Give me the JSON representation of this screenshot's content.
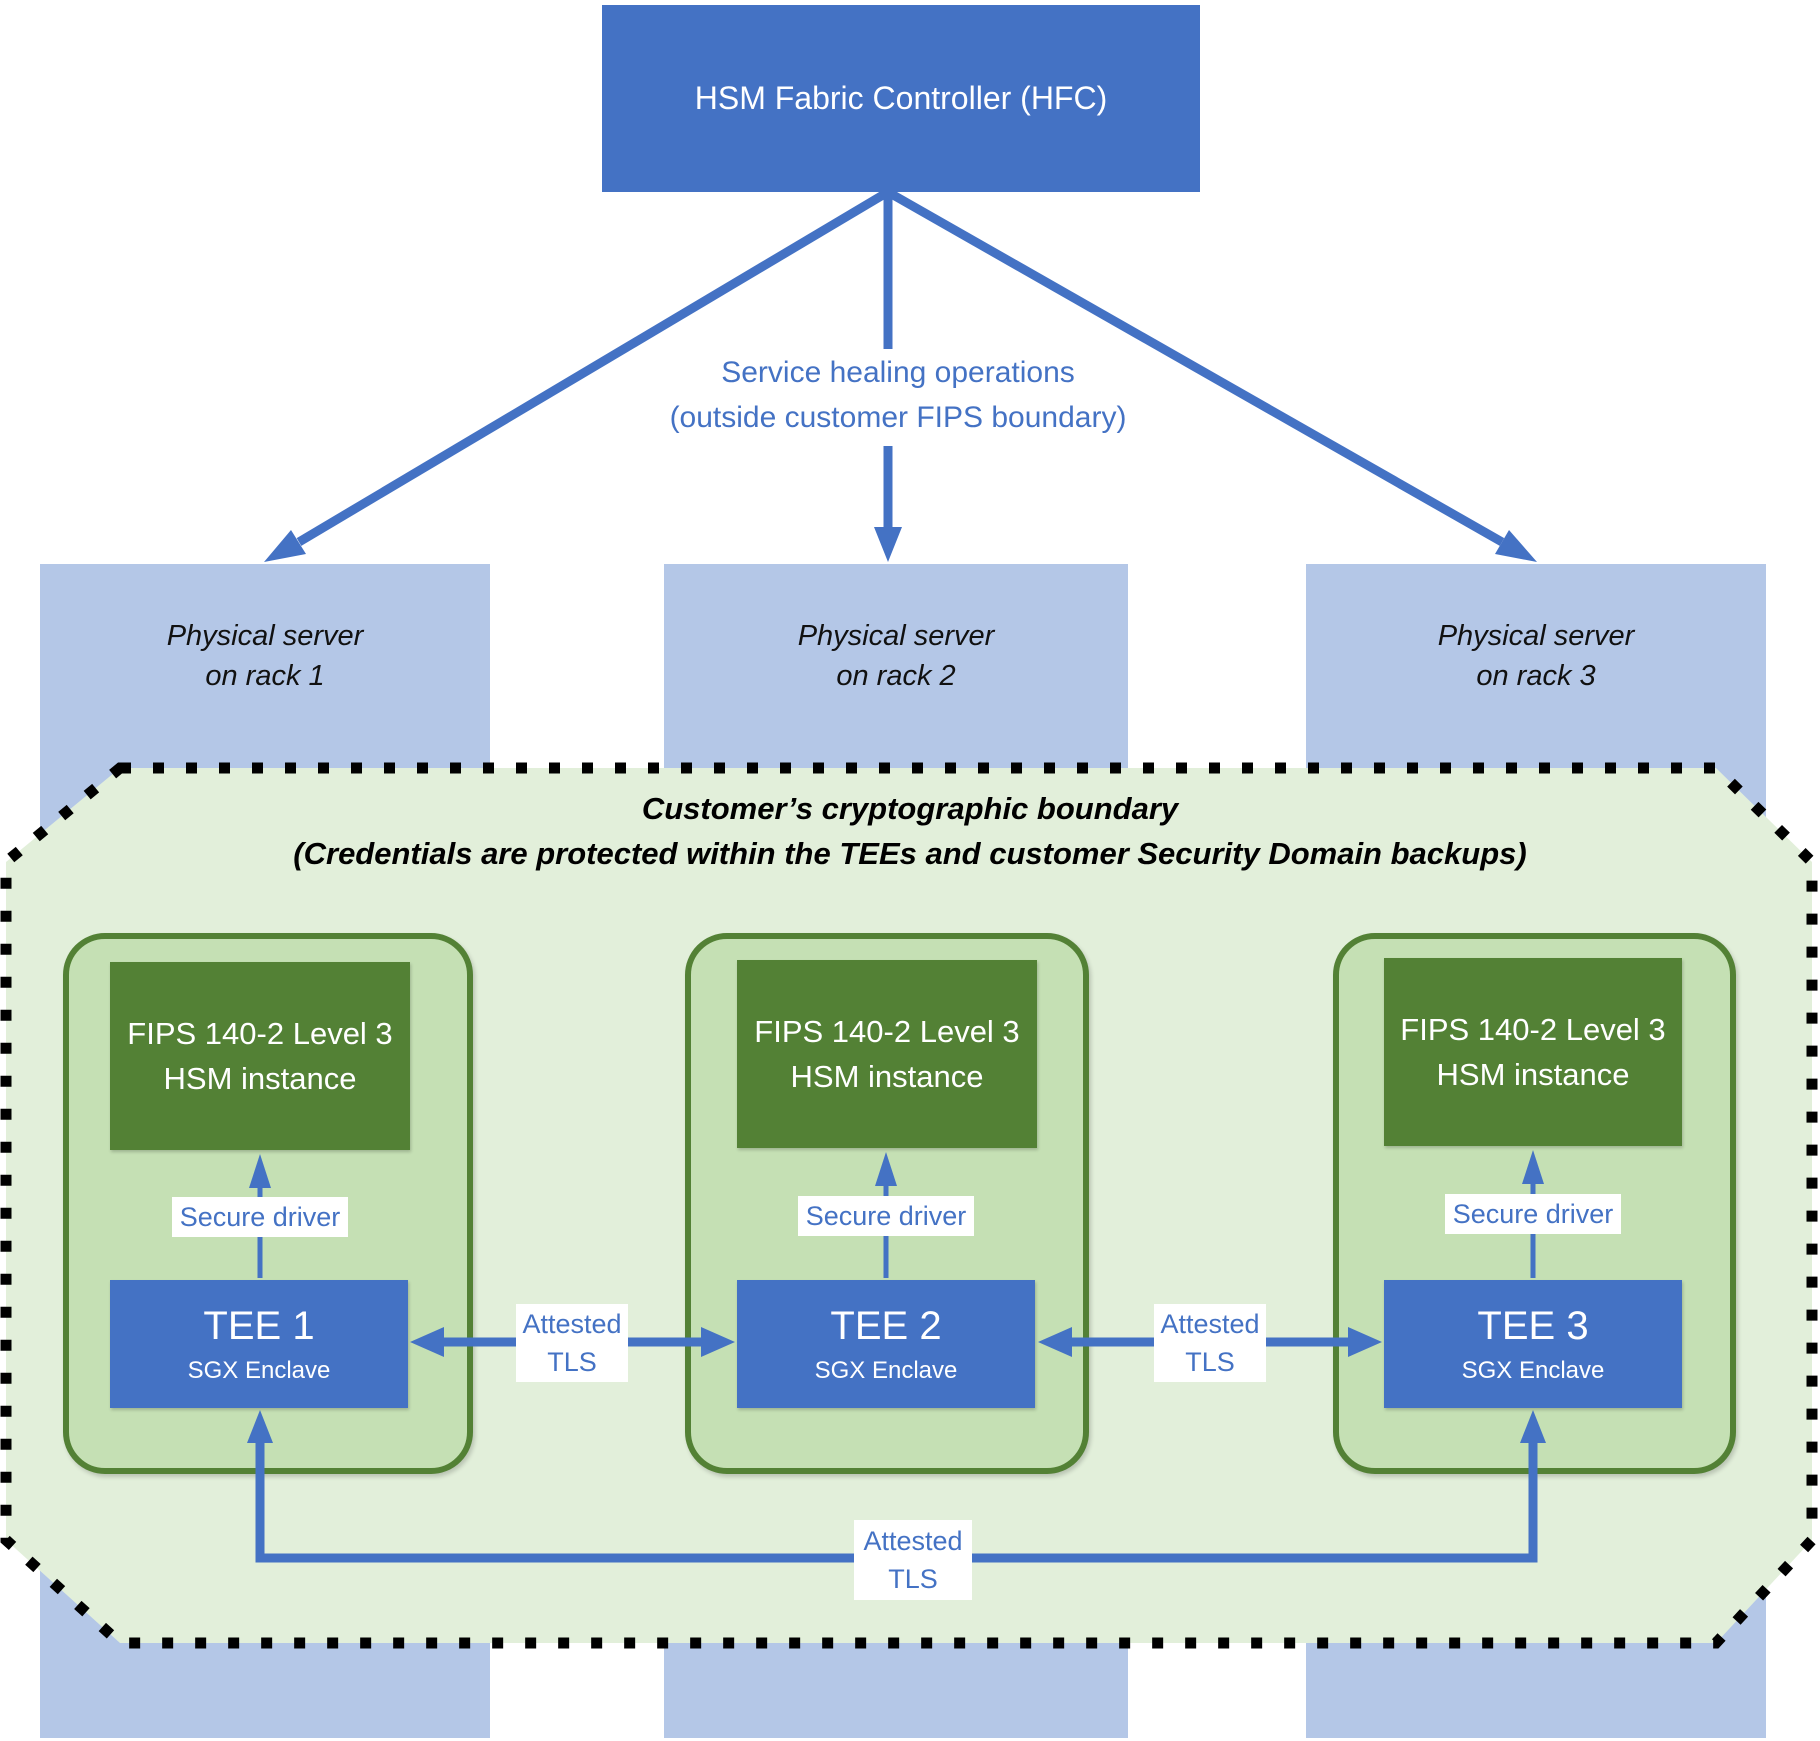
{
  "hfc": {
    "label": "HSM Fabric Controller (HFC)"
  },
  "service_healing": {
    "line1": "Service healing operations",
    "line2": "(outside customer FIPS boundary)"
  },
  "servers": [
    {
      "line1": "Physical server",
      "line2": "on rack 1"
    },
    {
      "line1": "Physical server",
      "line2": "on rack 2"
    },
    {
      "line1": "Physical server",
      "line2": "on rack 3"
    }
  ],
  "boundary": {
    "title_line1": "Customer’s cryptographic boundary",
    "title_line2": "(Credentials are protected within the TEEs and customer Security Domain backups)"
  },
  "nodes": [
    {
      "hsm_line1": "FIPS 140-2 Level 3",
      "hsm_line2": "HSM instance",
      "driver_label": "Secure driver",
      "tee_title": "TEE 1",
      "tee_subtitle": "SGX Enclave"
    },
    {
      "hsm_line1": "FIPS 140-2 Level 3",
      "hsm_line2": "HSM instance",
      "driver_label": "Secure driver",
      "tee_title": "TEE 2",
      "tee_subtitle": "SGX Enclave"
    },
    {
      "hsm_line1": "FIPS 140-2 Level 3",
      "hsm_line2": "HSM instance",
      "driver_label": "Secure driver",
      "tee_title": "TEE 3",
      "tee_subtitle": "SGX Enclave"
    }
  ],
  "links": {
    "tee1_tee2": {
      "line1": "Attested",
      "line2": "TLS"
    },
    "tee2_tee3": {
      "line1": "Attested",
      "line2": "TLS"
    },
    "tee1_tee3": {
      "line1": "Attested",
      "line2": "TLS"
    }
  },
  "colors": {
    "box_blue": "#4472C4",
    "server_light_blue": "#B4C7E7",
    "boundary_fill_green": "#E2EFDA",
    "enclave_fill_green": "#C5E0B4",
    "hsm_dark_green": "#538135",
    "label_text_blue": "#4472C4",
    "dotted_border_black": "#000000"
  }
}
